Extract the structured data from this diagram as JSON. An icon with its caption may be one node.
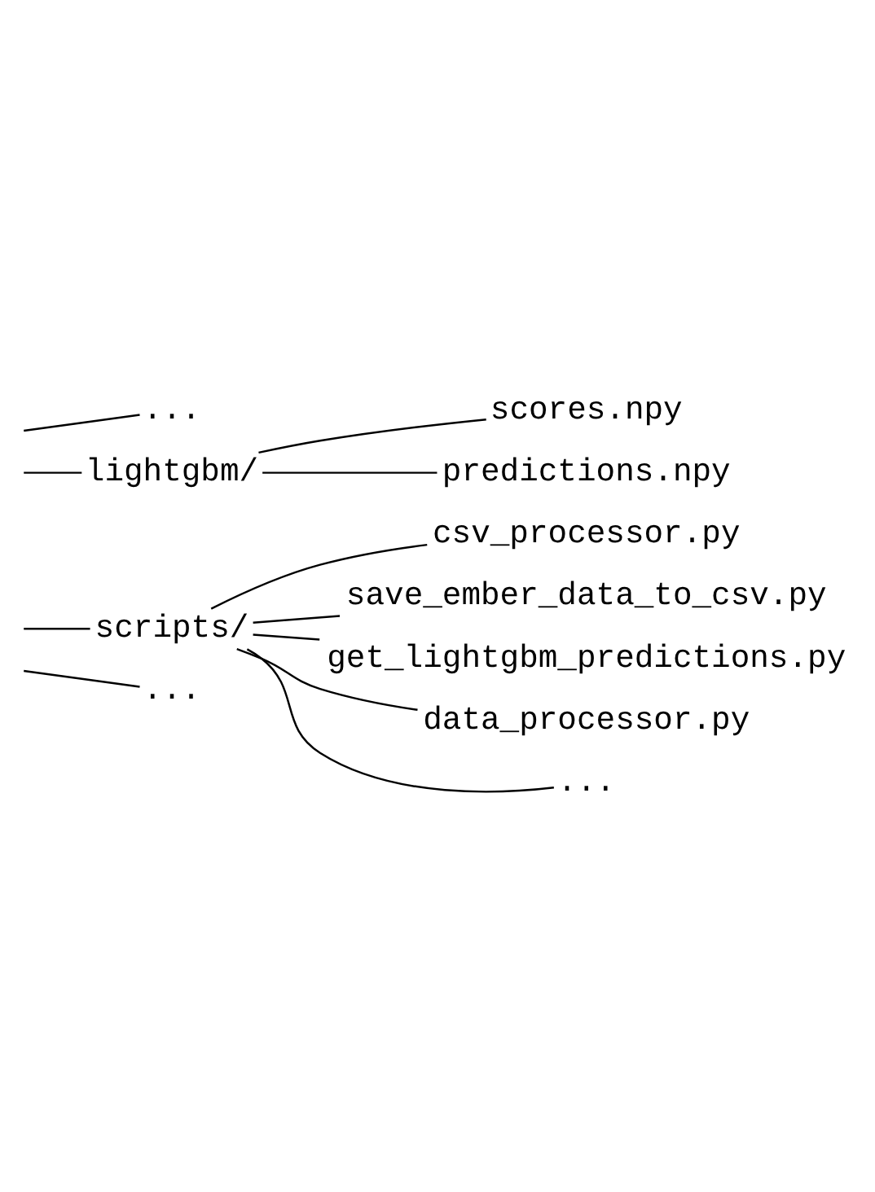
{
  "diagram": {
    "nodes": [
      {
        "text": [
          "..."
        ]
      },
      {
        "text": [
          "lightgbm/"
        ]
      },
      {
        "text": [
          "scores.npy"
        ]
      },
      {
        "text": [
          "predictions.npy"
        ]
      },
      {
        "text": [
          "scripts/"
        ]
      },
      {
        "text": [
          "csv_processor.py"
        ]
      },
      {
        "text": [
          "save_ember_data_to_csv.py"
        ]
      },
      {
        "text": [
          "get_lightgbm_predictions.py"
        ]
      },
      {
        "text": [
          "data_processor.py"
        ]
      },
      {
        "text": [
          "..."
        ]
      },
      {
        "text": [
          "..."
        ]
      }
    ],
    "edges": [
      {
        "from": null,
        "to": 0,
        "arrow": "none"
      },
      {
        "from": null,
        "to": 1,
        "arrow": "none"
      },
      {
        "from": 1,
        "to": 2,
        "arrow": "none"
      },
      {
        "from": 1,
        "to": 3,
        "arrow": "none"
      },
      {
        "from": null,
        "to": 4,
        "arrow": "none"
      },
      {
        "from": 4,
        "to": 5,
        "arrow": "none"
      },
      {
        "from": 4,
        "to": 6,
        "arrow": "none"
      },
      {
        "from": 4,
        "to": 7,
        "arrow": "none"
      },
      {
        "from": 4,
        "to": 8,
        "arrow": "none"
      },
      {
        "from": 4,
        "to": 9,
        "arrow": "none"
      },
      {
        "from": null,
        "to": 10,
        "arrow": "none"
      }
    ]
  }
}
